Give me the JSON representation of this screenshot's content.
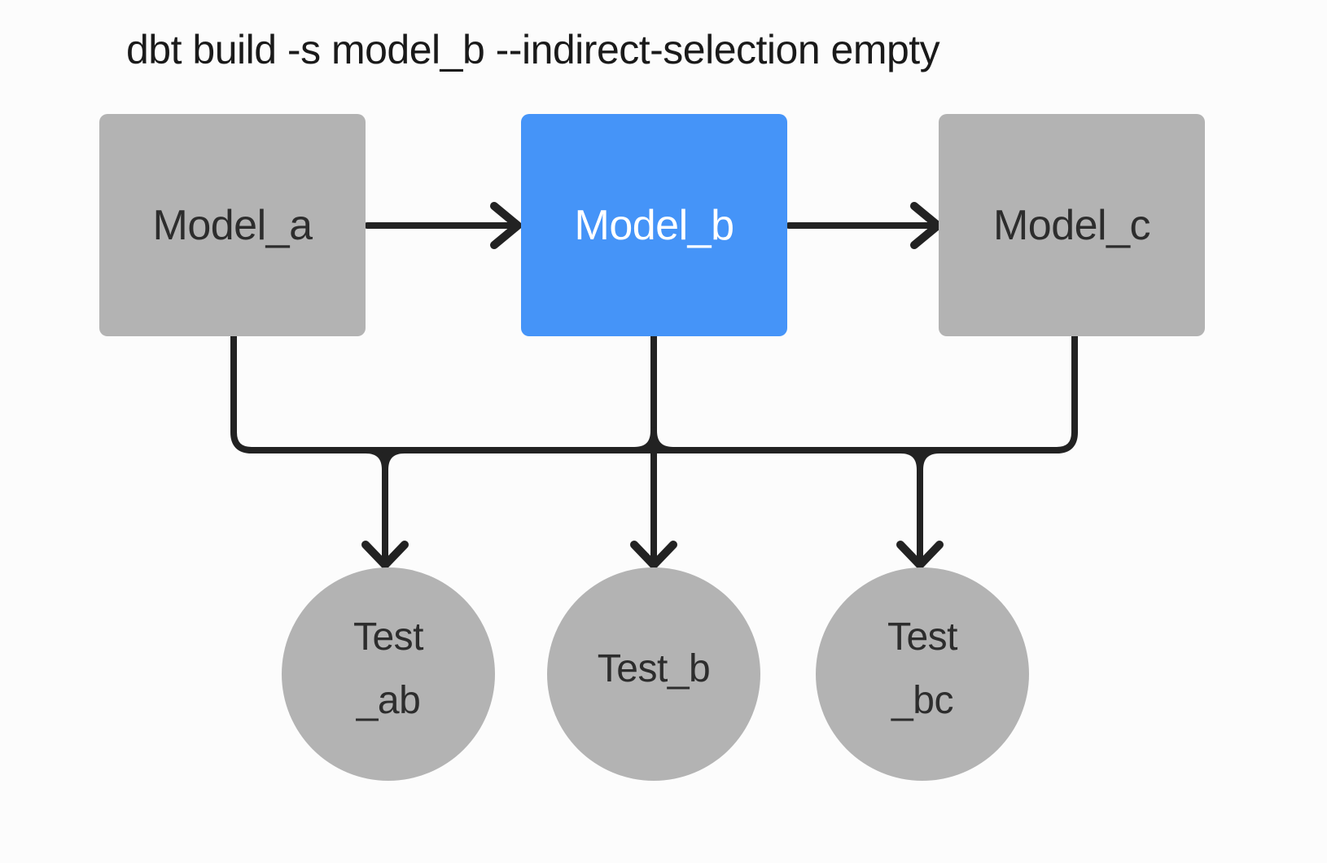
{
  "title": "dbt build -s model_b --indirect-selection empty",
  "colors": {
    "background": "#fcfcfc",
    "node_default": "#b3b3b3",
    "node_selected": "#4594f8",
    "edge": "#222222",
    "node_text_dark": "#2d2d2d",
    "node_text_on_selected": "#ffffff",
    "title_text": "#1a1a1a"
  },
  "nodes": {
    "model_a": {
      "label": "Model_a",
      "kind": "model",
      "selected": false
    },
    "model_b": {
      "label": "Model_b",
      "kind": "model",
      "selected": true
    },
    "model_c": {
      "label": "Model_c",
      "kind": "model",
      "selected": false
    },
    "test_ab": {
      "label": "Test_ab",
      "lines": [
        "Test",
        "_ab"
      ],
      "kind": "test"
    },
    "test_b": {
      "label": "Test_b",
      "lines": [
        "Test_b"
      ],
      "kind": "test"
    },
    "test_bc": {
      "label": "Test_bc",
      "lines": [
        "Test",
        "_bc"
      ],
      "kind": "test"
    }
  },
  "edges": [
    {
      "from": "model_a",
      "to": "model_b"
    },
    {
      "from": "model_b",
      "to": "model_c"
    },
    {
      "from": "model_a",
      "to": "test_ab"
    },
    {
      "from": "model_b",
      "to": "test_ab"
    },
    {
      "from": "model_b",
      "to": "test_b"
    },
    {
      "from": "model_b",
      "to": "test_bc"
    },
    {
      "from": "model_c",
      "to": "test_bc"
    }
  ]
}
